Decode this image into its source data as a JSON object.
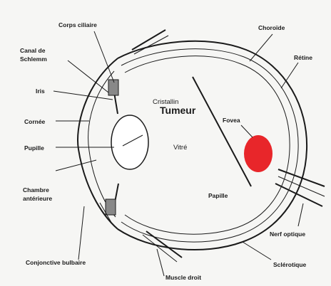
{
  "diagram": {
    "labels": {
      "corps_ciliaire": "Corps ciliaire",
      "choroide": "Choroïde",
      "canal_de": "Canal de",
      "schlemm": "Schlemm",
      "retine": "Rétine",
      "iris": "Iris",
      "cristallin": "Cristallin",
      "tumeur": "Tumeur",
      "cornee": "Cornée",
      "fovea": "Fovea",
      "pupille_left": "Pupille",
      "vitre": "Vitré",
      "chambre": "Chambre",
      "anterieure": "antérieure",
      "papille": "Papille",
      "conjonctive_bulbaire": "Conjonctive bulbaire",
      "nerf_optique": "Nerf optique",
      "sclerotique": "Sclérotique",
      "muscle_droit": "Muscle droit"
    },
    "colors": {
      "tumor": "#e8262a",
      "ink": "#1a1a1a",
      "background": "#f6f6f4"
    }
  }
}
